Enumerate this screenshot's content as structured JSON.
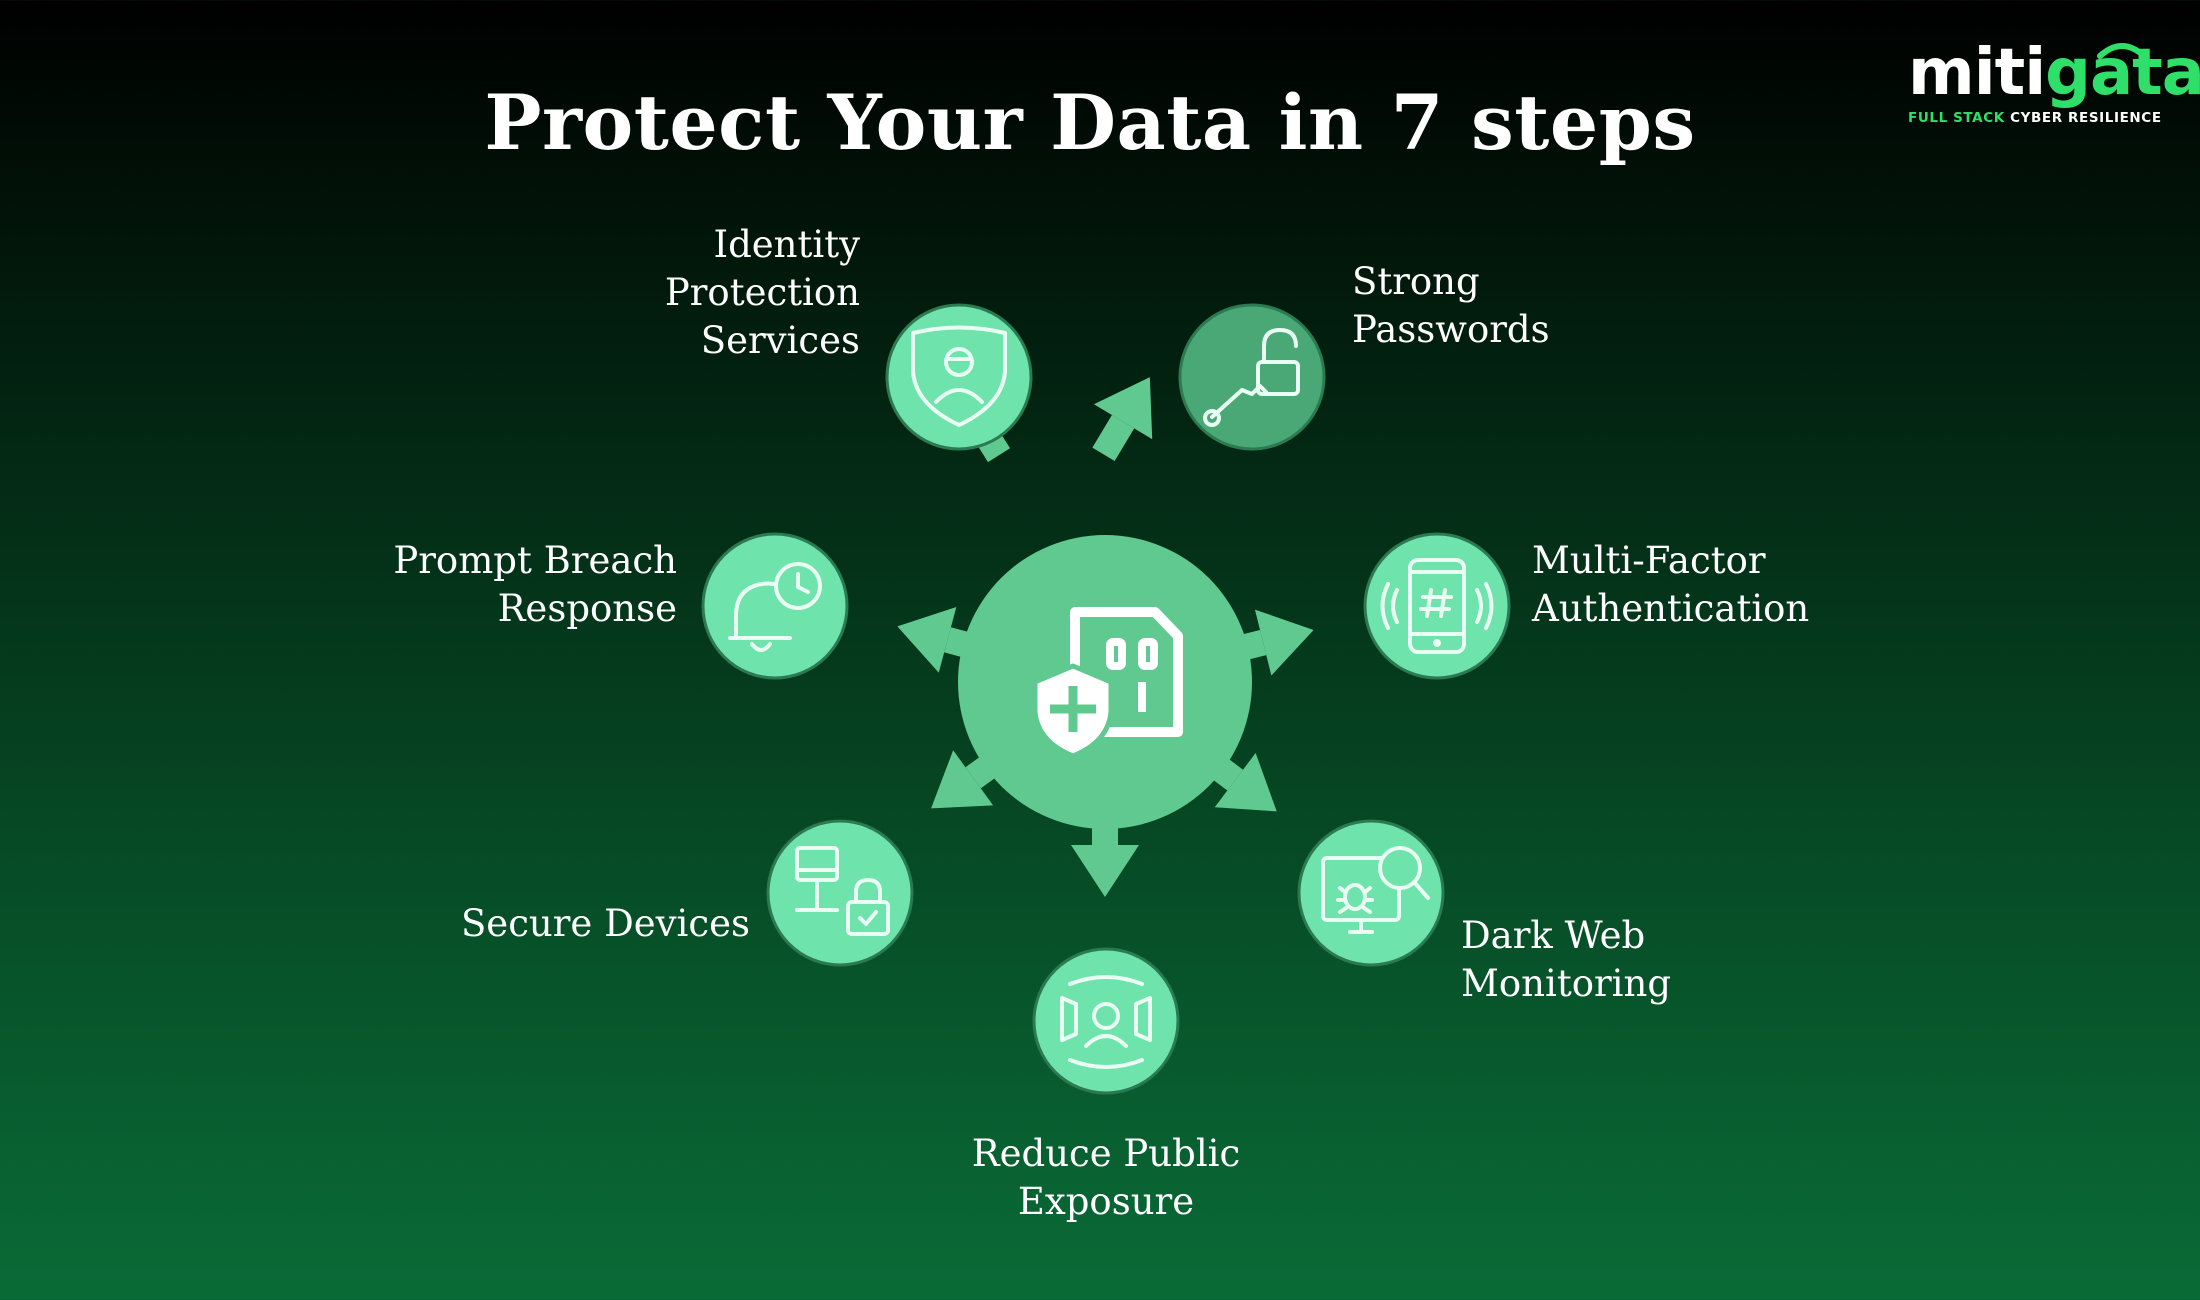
{
  "title": "Protect Your Data in 7 steps",
  "logo": {
    "word_white": "miti",
    "word_green": "gata",
    "tag_green": "FULL STACK",
    "tag_white": "CYBER RESILIENCE"
  },
  "steps": [
    {
      "lines": [
        "Identity",
        "Protection",
        "Services"
      ],
      "icon": "shield-user-icon"
    },
    {
      "lines": [
        "Strong",
        "Passwords"
      ],
      "icon": "unlock-key-icon"
    },
    {
      "lines": [
        "Prompt Breach",
        "Response"
      ],
      "icon": "bell-clock-icon"
    },
    {
      "lines": [
        "Multi-Factor",
        "Authentication"
      ],
      "icon": "phone-hash-icon"
    },
    {
      "lines": [
        "Secure Devices"
      ],
      "icon": "computer-lock-icon"
    },
    {
      "lines": [
        "Dark Web",
        "Monitoring"
      ],
      "icon": "monitor-bug-search-icon"
    },
    {
      "lines": [
        "Reduce Public",
        "Exposure"
      ],
      "icon": "public-exposure-icon"
    }
  ],
  "center_icon": "sim-shield-plus-icon",
  "colors": {
    "node_fill": "#6fe3ac",
    "node_fill_dark": "#4aa877",
    "center_fill": "#5fc98f",
    "icon_stroke": "#e9fff4",
    "accent": "#2ee06a"
  }
}
